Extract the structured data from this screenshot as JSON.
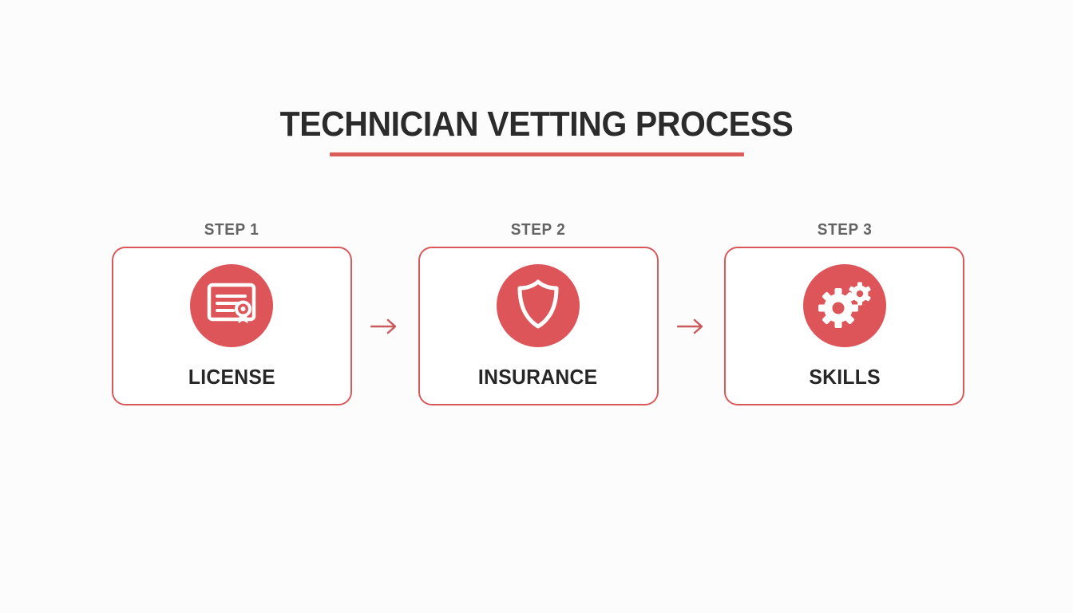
{
  "page": {
    "background_color": "#fcfcfd",
    "accent_color": "#dd5558",
    "border_color": "#d9595a",
    "title_color": "#2b2b2b",
    "step_label_color": "#646464",
    "card_label_color": "#262626"
  },
  "header": {
    "title": "TECHNICIAN VETTING PROCESS"
  },
  "flow": {
    "steps": [
      {
        "step_label": "STEP 1",
        "card_label": "LICENSE",
        "icon": "certificate-icon"
      },
      {
        "step_label": "STEP 2",
        "card_label": "INSURANCE",
        "icon": "shield-icon"
      },
      {
        "step_label": "STEP 3",
        "card_label": "SKILLS",
        "icon": "gears-icon"
      }
    ],
    "connectors": [
      {
        "icon": "arrow-right-icon"
      },
      {
        "icon": "arrow-right-icon"
      }
    ]
  }
}
